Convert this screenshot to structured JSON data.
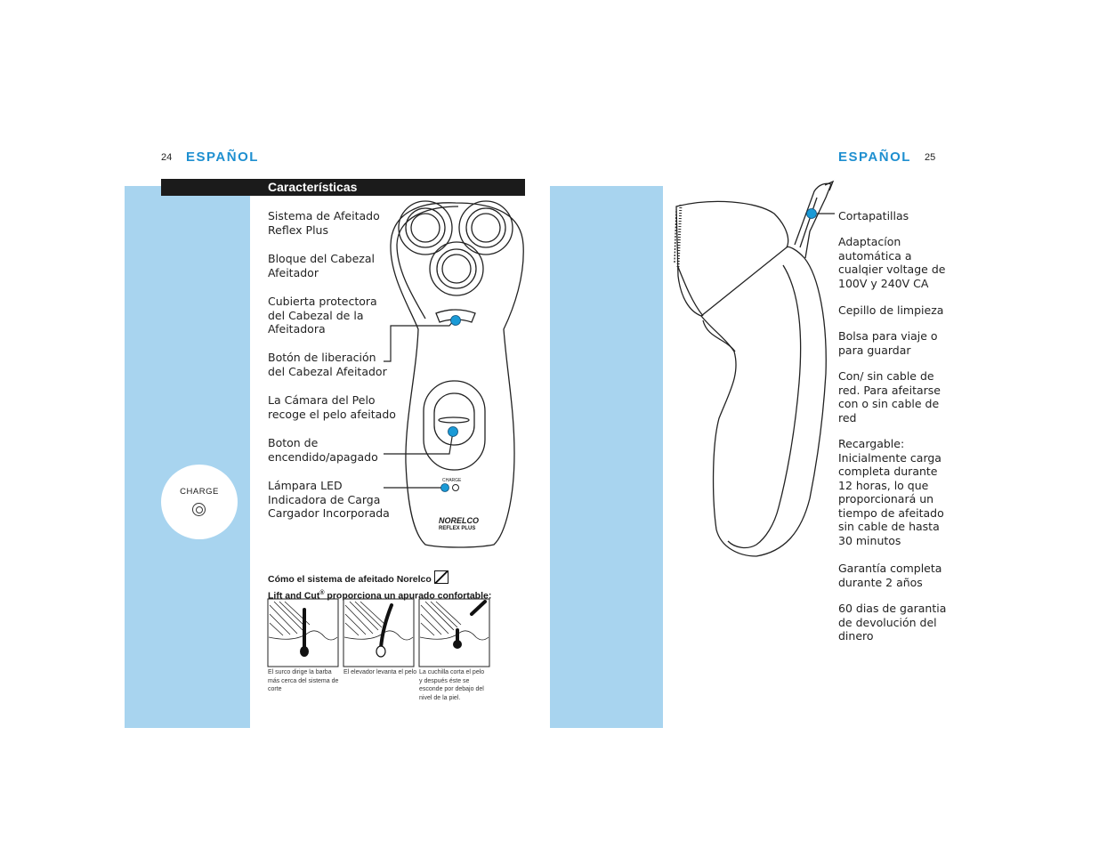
{
  "left_page": {
    "page_number": "24",
    "language": "ESPAÑOL",
    "section_title": "Características",
    "labels": [
      "Sistema de Afeitado\nReflex Plus",
      "Bloque del Cabezal\nAfeitador",
      "Cubierta protectora\ndel Cabezal de la\nAfeitadora",
      "Botón de liberación\ndel Cabezal Afeitador",
      "La Cámara del Pelo\nrecoge el pelo afeitado",
      "Boton de\nencendido/apagado",
      "Lámpara LED\nIndicadora de Carga\nCargador Incorporada"
    ],
    "charge_badge": "CHARGE",
    "shaver_brand": "NORELCO",
    "shaver_model": "REFLEX PLUS",
    "shaver_charge": "CHARGE",
    "lift_cut": {
      "title_line1": "Cómo el sistema de afeitado Norelco",
      "title_line2_a": "Lift and Cut",
      "title_line2_sup": "®",
      "title_line2_b": " proporciona un apurado confortable:",
      "captions": [
        "El surco dirige la barba\nmás cerca del sistema de\ncorte",
        "El elevador levanta el pelo",
        "La cuchilla corta el pelo\ny después éste se\nesconde por debajo del\nnivel de la piel."
      ]
    }
  },
  "right_page": {
    "page_number": "25",
    "language": "ESPAÑOL",
    "labels": [
      "Cortapatillas",
      "Adaptacíon\nautomática a\ncualqier voltage de\n100V y 240V CA",
      "Cepillo de limpieza",
      "Bolsa para viaje o\npara guardar",
      "Con/ sin cable de\nred. Para afeitarse\ncon o sin cable de\nred",
      "Recargable:\nInicialmente carga\ncompleta durante\n12 horas, lo que\nproporcionará un\ntiempo de afeitado\nsin cable de hasta\n30 minutos",
      "Garantía completa\ndurante 2 años",
      "60 dias de garantia\nde devolución del\ndinero"
    ]
  },
  "colors": {
    "accent_blue": "#1e8fd0",
    "band_blue": "#a8d4ef",
    "marker_blue": "#1a9ad6"
  }
}
